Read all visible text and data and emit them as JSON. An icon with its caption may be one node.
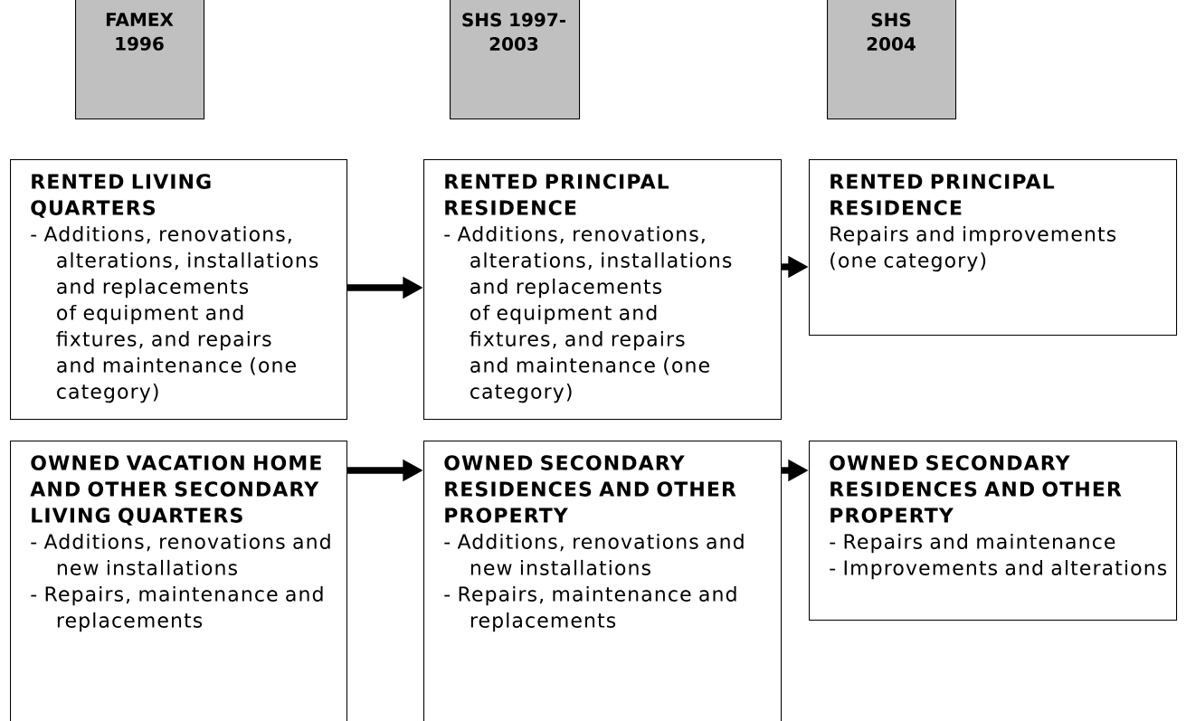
{
  "diagram": {
    "nodes": [
      {
        "text": [
          "FAMEX 1996"
        ]
      },
      {
        "text": [
          "SHS 1997-2003"
        ]
      },
      {
        "text": [
          "SHS 2004"
        ]
      },
      {
        "text": [
          "RENTED LIVING QUARTERS",
          "- Additions, renovations, alterations, installations and replacements of equipment and fixtures, and repairs and maintenance (one category)"
        ]
      },
      {
        "text": [
          "RENTED PRINCIPAL RESIDENCE",
          "- Additions, renovations, alterations, installations and replacements of equipment and fixtures, and repairs and maintenance (one category)"
        ]
      },
      {
        "text": [
          "RENTED PRINCIPAL RESIDENCE",
          "Repairs and improvements (one category)"
        ]
      },
      {
        "text": [
          "OWNED VACATION HOME AND OTHER SECONDARY LIVING QUARTERS",
          "- Additions, renovations and new installations",
          "- Repairs, maintenance and replacements"
        ]
      },
      {
        "text": [
          "OWNED SECONDARY RESIDENCES AND OTHER PROPERTY",
          "- Additions, renovations and new installations",
          "- Repairs, maintenance and replacements"
        ]
      },
      {
        "text": [
          "OWNED SECONDARY RESIDENCES AND OTHER PROPERTY",
          "- Repairs and maintenance",
          "- Improvements and alterations"
        ]
      }
    ],
    "edges": [
      {
        "from": 3,
        "to": 4,
        "arrow": "to"
      },
      {
        "from": 4,
        "to": 5,
        "arrow": "to"
      },
      {
        "from": 6,
        "to": 7,
        "arrow": "to"
      },
      {
        "from": 7,
        "to": 8,
        "arrow": "to"
      }
    ]
  }
}
